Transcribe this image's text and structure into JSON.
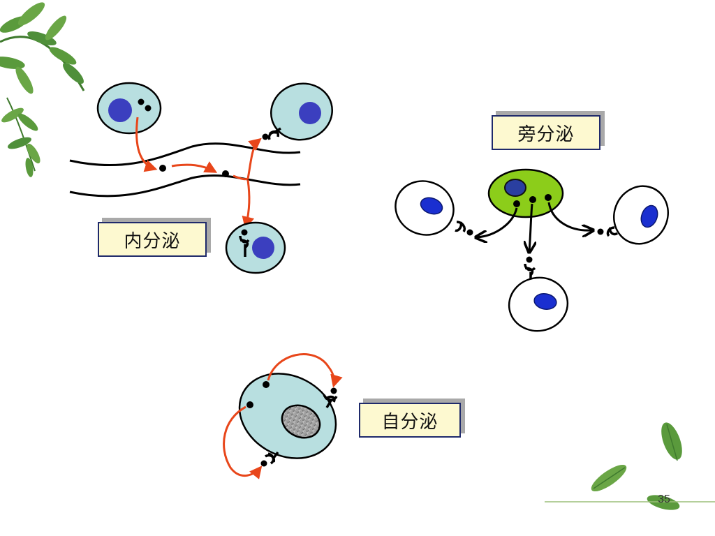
{
  "labels": {
    "endocrine": "内分泌",
    "paracrine": "旁分泌",
    "autocrine": "自分泌"
  },
  "page_number": "35",
  "colors": {
    "cell_fill": "#b8dfe0",
    "nucleus": "#3b3fbf",
    "secreting_cell": "#8ccd1a",
    "arrow_red": "#e8461a",
    "label_fill": "#fdf9d0",
    "label_border": "#1f2a6b",
    "leaf_green": "#4f8f3a"
  }
}
